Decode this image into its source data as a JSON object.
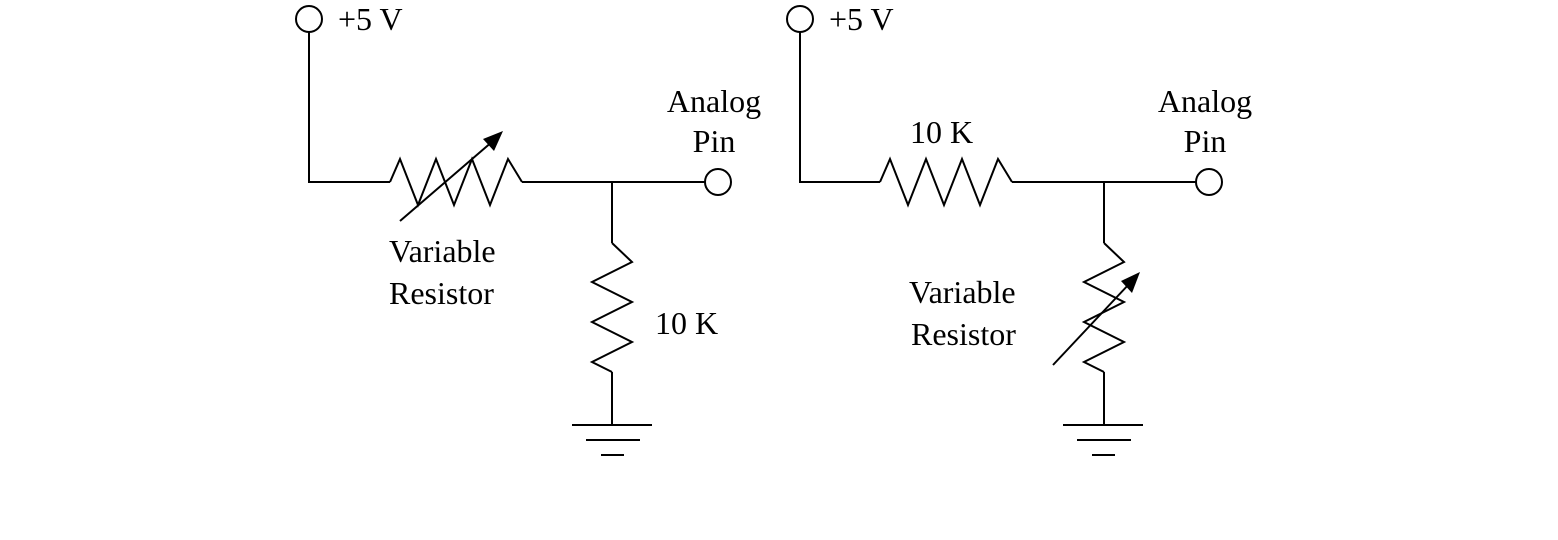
{
  "colors": {
    "ink": "#000000",
    "background": "#ffffff"
  },
  "circuit_left": {
    "supply_label": "+5 V",
    "output_label_line1": "Analog",
    "output_label_line2": "Pin",
    "variable_resistor_line1": "Variable",
    "variable_resistor_line2": "Resistor",
    "fixed_resistor_label": "10 K"
  },
  "circuit_right": {
    "supply_label": "+5 V",
    "output_label_line1": "Analog",
    "output_label_line2": "Pin",
    "variable_resistor_line1": "Variable",
    "variable_resistor_line2": "Resistor",
    "fixed_resistor_label": "10 K"
  }
}
